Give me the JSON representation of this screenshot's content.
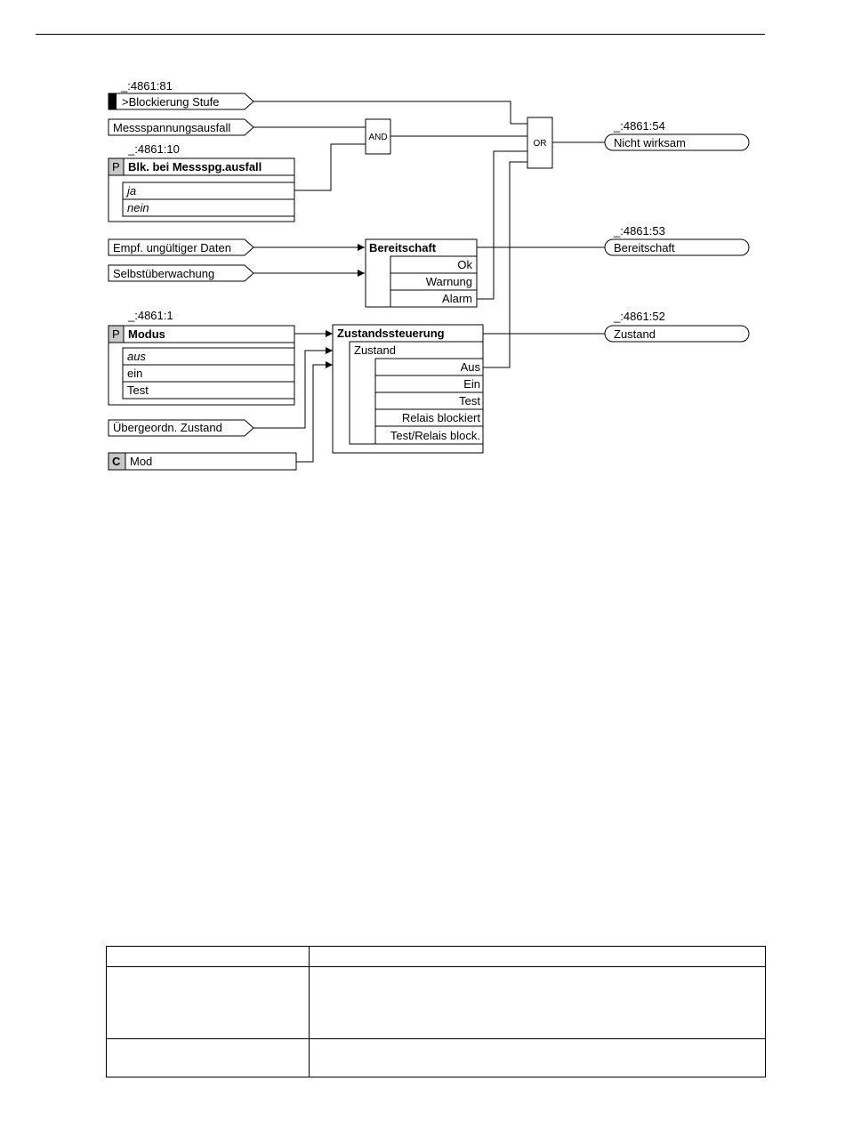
{
  "diagram": {
    "ids": {
      "blk": "_:4861:81",
      "param_blk": "_:4861:10",
      "out_nicht": "_:4861:54",
      "out_bereit": "_:4861:53",
      "param_modus": "_:4861:1",
      "out_zustand": "_:4861:52"
    },
    "inputs": {
      "blockierung": ">Blockierung Stufe",
      "messspannung": "Messspannungsausfall",
      "empf": "Empf. ungültiger Daten",
      "selbst": "Selbstüberwachung",
      "uebergeordn": "Übergeordn. Zustand"
    },
    "param_blk": {
      "tag": "P",
      "title": "Blk. bei Messspg.ausfall",
      "options": [
        "ja",
        "nein"
      ]
    },
    "param_modus": {
      "tag": "P",
      "title": "Modus",
      "options": [
        "aus",
        "ein",
        "Test"
      ]
    },
    "control_mod": {
      "tag": "C",
      "label": "Mod"
    },
    "gates": {
      "and": "AND",
      "or": "OR"
    },
    "bereitschaft": {
      "title": "Bereitschaft",
      "states": [
        "Ok",
        "Warnung",
        "Alarm"
      ]
    },
    "zustandssteuerung": {
      "title": "Zustandssteuerung",
      "sub": "Zustand",
      "states": [
        "Aus",
        "Ein",
        "Test",
        "Relais blockiert",
        "Test/Relais block."
      ]
    },
    "outputs": {
      "nicht": "Nicht wirksam",
      "bereit": "Bereitschaft",
      "zustand": "Zustand"
    }
  },
  "table": {
    "rows": [
      [
        "",
        ""
      ],
      [
        "",
        ""
      ],
      [
        "",
        ""
      ]
    ]
  }
}
